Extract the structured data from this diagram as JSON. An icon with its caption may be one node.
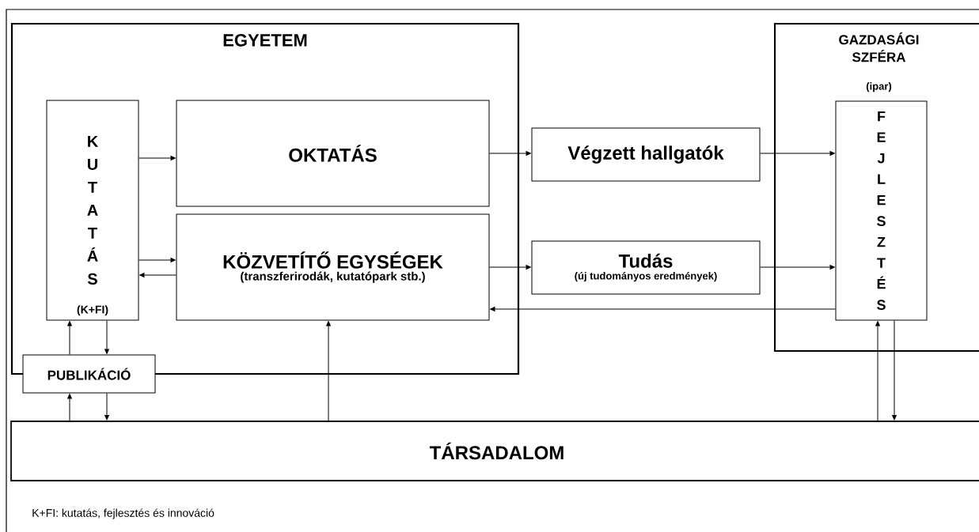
{
  "diagram": {
    "nodes": [
      {
        "text": [
          "EGYETEM"
        ]
      },
      {
        "text": [
          "K U T A T Á S",
          "(K+FI)"
        ],
        "in": 0
      },
      {
        "text": [
          "OKTATÁS"
        ],
        "in": 0
      },
      {
        "text": [
          "KÖZVETÍTŐ EGYSÉGEK",
          "(transzferirodák, kutatópark stb.)"
        ],
        "in": 0
      },
      {
        "text": [
          "PUBLIKÁCIÓ"
        ]
      },
      {
        "text": [
          "Végzett hallgatók"
        ]
      },
      {
        "text": [
          "Tudás",
          "(új tudományos eredmények)"
        ]
      },
      {
        "text": [
          "GAZDASÁGI SZFÉRA",
          "(ipar)"
        ]
      },
      {
        "text": [
          "F E J L E S Z T É S"
        ],
        "in": 7
      },
      {
        "text": [
          "TÁRSADALOM"
        ]
      }
    ],
    "edges": [
      {
        "from": 1,
        "to": 2,
        "arrow": "to"
      },
      {
        "from": 1,
        "to": 3,
        "arrow": "to"
      },
      {
        "from": 3,
        "to": 1,
        "arrow": "to"
      },
      {
        "from": 2,
        "to": 5,
        "arrow": "to"
      },
      {
        "from": 3,
        "to": 6,
        "arrow": "to"
      },
      {
        "from": 5,
        "to": 8,
        "arrow": "to"
      },
      {
        "from": 6,
        "to": 8,
        "arrow": "to"
      },
      {
        "from": 8,
        "to": 3,
        "arrow": "to"
      },
      {
        "from": 4,
        "to": 1,
        "arrow": "to"
      },
      {
        "from": 1,
        "to": 4,
        "arrow": "to"
      },
      {
        "from": 9,
        "to": 4,
        "arrow": "to"
      },
      {
        "from": 4,
        "to": 9,
        "arrow": "to"
      },
      {
        "from": 9,
        "to": 3,
        "arrow": "to"
      },
      {
        "from": 9,
        "to": 8,
        "arrow": "to"
      },
      {
        "from": 8,
        "to": 9,
        "arrow": "to"
      }
    ],
    "labels": [
      "K+FI: kutatás, fejlesztés és innováció"
    ]
  }
}
